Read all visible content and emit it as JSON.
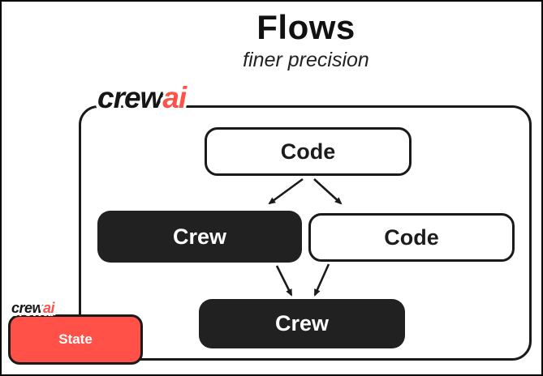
{
  "header": {
    "title": "Flows",
    "subtitle": "finer precision"
  },
  "logo": {
    "black": "crew",
    "red": "ai"
  },
  "diagram": {
    "nodes": {
      "code_top": {
        "label": "Code"
      },
      "crew_left": {
        "label": "Crew"
      },
      "code_right": {
        "label": "Code"
      },
      "crew_bottom": {
        "label": "Crew"
      },
      "state": {
        "label": "State"
      }
    }
  },
  "colors": {
    "accent_red": "#ff5147",
    "node_black": "#212121",
    "border_black": "#1a1a1a"
  }
}
